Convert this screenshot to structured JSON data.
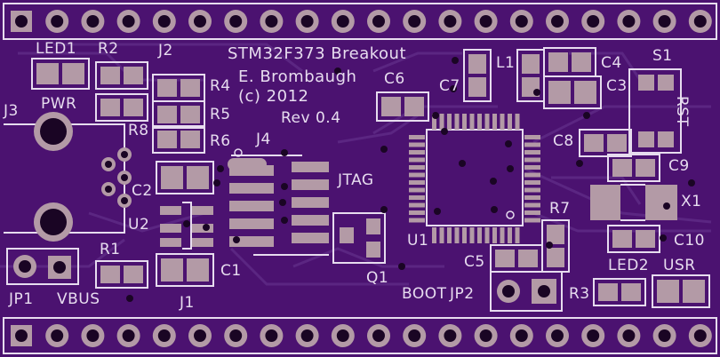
{
  "board": {
    "colors": {
      "substrate": "#4b1270",
      "trace": "#5a2380",
      "pad": "#b39aa6",
      "silk": "#e7dcef",
      "hole": "#1a0524",
      "ring": "#c3a9b6"
    },
    "title": "STM32F373 Breakout",
    "author": "E. Brombaugh",
    "copyright": "(c) 2012",
    "revision": "Rev 0.4"
  },
  "refdes": {
    "led1": "LED1",
    "r2": "R2",
    "j2": "J2",
    "r4": "R4",
    "r5": "R5",
    "r6": "R6",
    "j4": "J4",
    "c6": "C6",
    "c7": "C7",
    "l1": "L1",
    "c4": "C4",
    "s1": "S1",
    "c3": "C3",
    "rst": "RST",
    "j3": "J3",
    "pwr": "PWR",
    "r8": "R8",
    "c8": "C8",
    "c9": "C9",
    "c2": "C2",
    "jtag": "JTAG",
    "x1": "X1",
    "u2": "U2",
    "r7": "R7",
    "u1": "U1",
    "c10": "C10",
    "r1": "R1",
    "c5": "C5",
    "led2": "LED2",
    "usr": "USR",
    "c1": "C1",
    "q1": "Q1",
    "boot": "BOOT",
    "jp2": "JP2",
    "r3": "R3",
    "jp1": "JP1",
    "vbus": "VBUS",
    "j1": "J1"
  }
}
